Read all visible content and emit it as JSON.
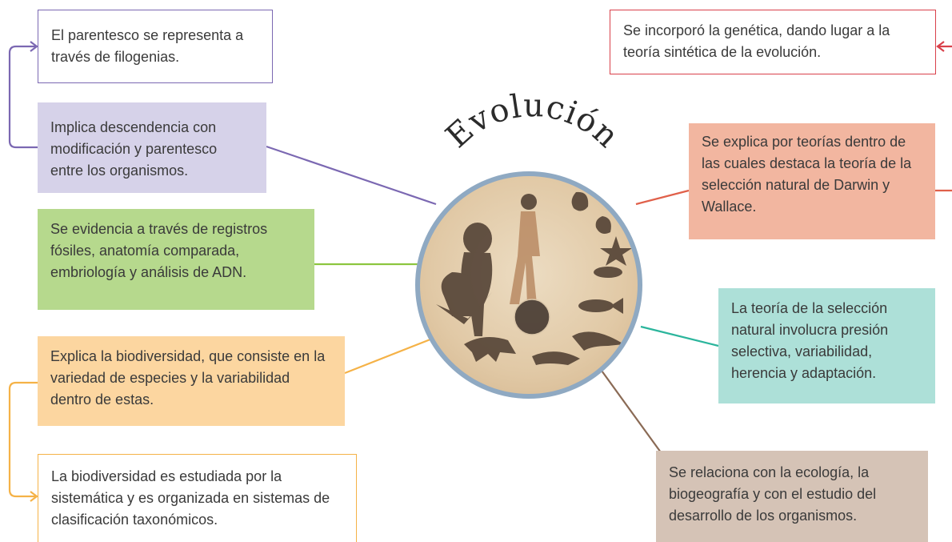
{
  "title": "Evolución",
  "boxes": {
    "filogenias": "El parentesco se representa a través de filogenias.",
    "descendencia": "Implica descendencia con modificación y parentesco entre los organismos.",
    "evidencia": "Se evidencia a través de registros fósiles, anatomía comparada, embriología y análisis de ADN.",
    "biodiversidad": "Explica la biodiversidad, que consiste en la variedad de especies y la variabilidad dentro de estas.",
    "sistematica": "La biodiversidad es estudiada por la sistemática y es organizada en sistemas de clasificación taxonómicos.",
    "genetica": "Se incorporó la genética, dando lugar a la teoría sintética de la evolución.",
    "teorias": "Se explica por teorías dentro de las cuales destaca la teoría de la selección natural de Darwin y Wallace.",
    "seleccion": "La teoría de la selección natural involucra presión selectiva, variabilidad, herencia y adaptación.",
    "ecologia": "Se relaciona con la ecología, la biogeografía y con el estudio del desarrollo de los organismos."
  },
  "colors": {
    "purple": "#7b68b2",
    "green": "#8cc63f",
    "orange": "#f5b247",
    "red": "#d9404a",
    "salmon": "#e0604a",
    "teal": "#2bb59c",
    "brown": "#8a6a55",
    "hub_border": "#8fa9c2"
  },
  "illustration": "evolution-collage-icon"
}
